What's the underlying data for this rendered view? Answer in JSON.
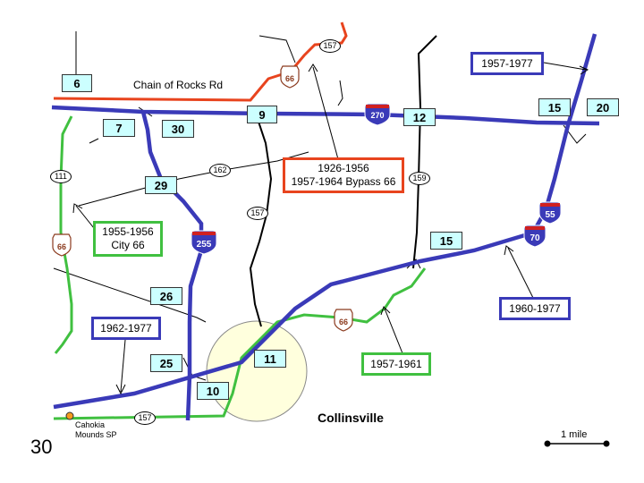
{
  "slide_number": "30",
  "city_label": "Collinsville",
  "road_label": "Chain of Rocks Rd",
  "park_label_line1": "Cahokia",
  "park_label_line2": "Mounds SP",
  "scale_label": "1 mile",
  "exit_numbers": [
    "6",
    "7",
    "30",
    "9",
    "12",
    "15",
    "20",
    "29",
    "26",
    "25",
    "10",
    "11",
    "15"
  ],
  "route_ovals": [
    "157",
    "162",
    "111",
    "159",
    "157",
    "157"
  ],
  "interstate_shields": [
    "270",
    "55",
    "70",
    "255"
  ],
  "us66_shield_text": "66",
  "callouts": {
    "bypass_line1": "1926-1956",
    "bypass_line2": "1957-1964 Bypass 66",
    "city66_line1": "1955-1956",
    "city66_line2": "City 66",
    "i55": "1957-1977",
    "i70": "1960-1977",
    "i255": "1962-1977",
    "us66_1957": "1957-1961"
  },
  "colors": {
    "interstate": "#3a3ab8",
    "bypass66": "#e8441e",
    "city66": "#40c040",
    "local_road": "#000000",
    "exit_box": "#ccffff",
    "collinsville_area": "#ffffdd"
  }
}
